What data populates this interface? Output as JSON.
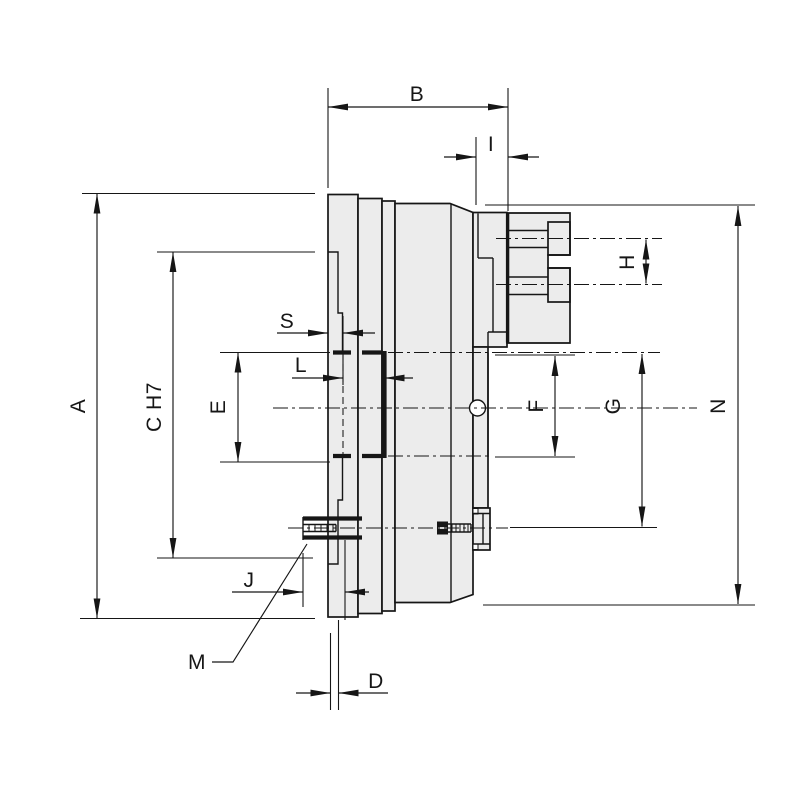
{
  "drawing": {
    "kind": "engineering-dimension-drawing",
    "colors": {
      "line": "#161616",
      "fill": "#ececec",
      "background": "#ffffff"
    },
    "labels": {
      "A": "A",
      "B": "B",
      "C": "C H7",
      "D": "D",
      "E": "E",
      "F": "F",
      "G": "G",
      "H": "H",
      "I": "I",
      "J": "J",
      "L": "L",
      "M": "M",
      "N": "N",
      "S": "S"
    }
  }
}
